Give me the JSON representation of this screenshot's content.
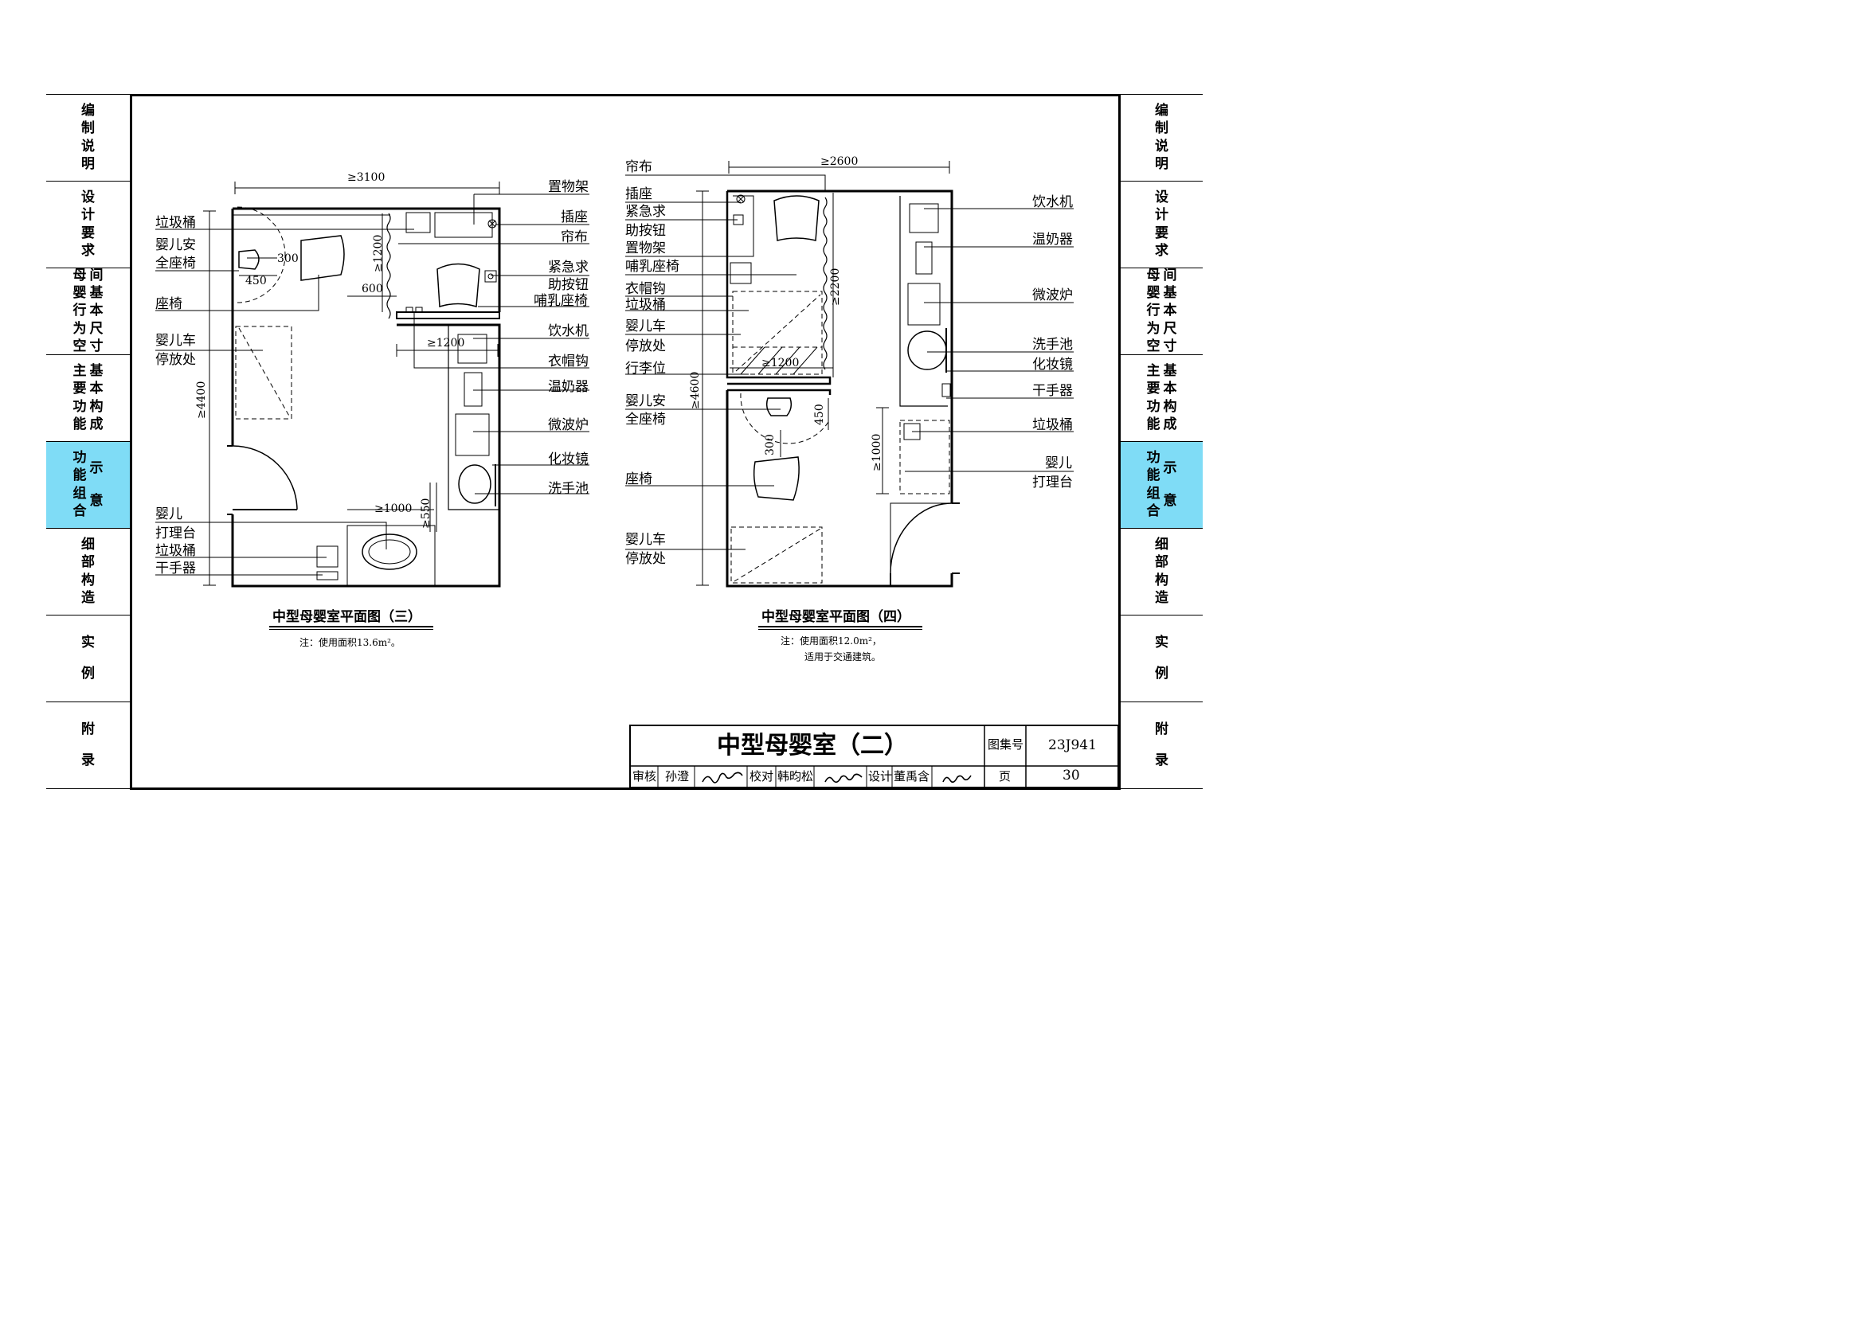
{
  "side_tabs": [
    {
      "id": "bianzhi",
      "text": "编制说明",
      "active": false
    },
    {
      "id": "sheji",
      "text": "设计要求",
      "active": false
    },
    {
      "id": "jiben-chicun",
      "text": "母婴行为空间基本尺寸",
      "active": false
    },
    {
      "id": "jiben-goucheng",
      "text": "主要功能基本构成",
      "active": false
    },
    {
      "id": "gongneng-zuhe",
      "text": "功能组合示意",
      "active": true
    },
    {
      "id": "xibu",
      "text": "细部构造",
      "active": false
    },
    {
      "id": "shili",
      "text": "实例",
      "active": false
    },
    {
      "id": "fulu",
      "text": "附录",
      "active": false
    }
  ],
  "active_color": "#7fdcf6",
  "plan_three": {
    "caption": "中型母婴室平面图（三）",
    "note": "注：使用面积13.6m²。",
    "labels_left": [
      "垃圾桶",
      "婴儿安",
      "全座椅",
      "座椅",
      "婴儿车",
      "停放处",
      "婴儿",
      "打理台",
      "垃圾桶",
      "干手器"
    ],
    "labels_right": [
      "置物架",
      "插座",
      "帘布",
      "紧急求",
      "助按钮",
      "哺乳座椅",
      "饮水机",
      "衣帽钩",
      "温奶器",
      "微波炉",
      "化妆镜",
      "洗手池"
    ],
    "dims": {
      "overall_width": "≥3100",
      "overall_height": "≥4400",
      "d300": "300",
      "d450": "450",
      "d600": "600",
      "d1200_v": "≥1200",
      "d1200_h": "≥1200",
      "d1000": "≥1000",
      "d550": "≥550"
    }
  },
  "plan_four": {
    "caption": "中型母婴室平面图（四）",
    "note_line1": "注：使用面积12.0m²，",
    "note_line2": "适用于交通建筑。",
    "labels_left": [
      "帘布",
      "插座",
      "紧急求",
      "助按钮",
      "置物架",
      "哺乳座椅",
      "衣帽钩",
      "垃圾桶",
      "婴儿车",
      "停放处",
      "行李位",
      "婴儿安",
      "全座椅",
      "座椅",
      "婴儿车",
      "停放处"
    ],
    "labels_right": [
      "饮水机",
      "温奶器",
      "微波炉",
      "洗手池",
      "化妆镜",
      "干手器",
      "垃圾桶",
      "婴儿",
      "打理台"
    ],
    "dims": {
      "overall_width": "≥2600",
      "overall_height": "≥4600",
      "d2200": "≥2200",
      "d1200": "≥1200",
      "d450": "450",
      "d300": "300",
      "d1000": "≥1000"
    }
  },
  "title_block": {
    "title": "中型母婴室（二）",
    "atlas_label": "图集号",
    "atlas_no": "23J941",
    "page_label": "页",
    "page_no": "30",
    "review_label": "审核",
    "reviewer": "孙澄",
    "reviewer_sig": "孙澄",
    "check_label": "校对",
    "checker": "韩昀松",
    "checker_sig": "韩昀松",
    "design_label": "设计",
    "designer": "董禹含",
    "designer_sig": "董禹含"
  }
}
